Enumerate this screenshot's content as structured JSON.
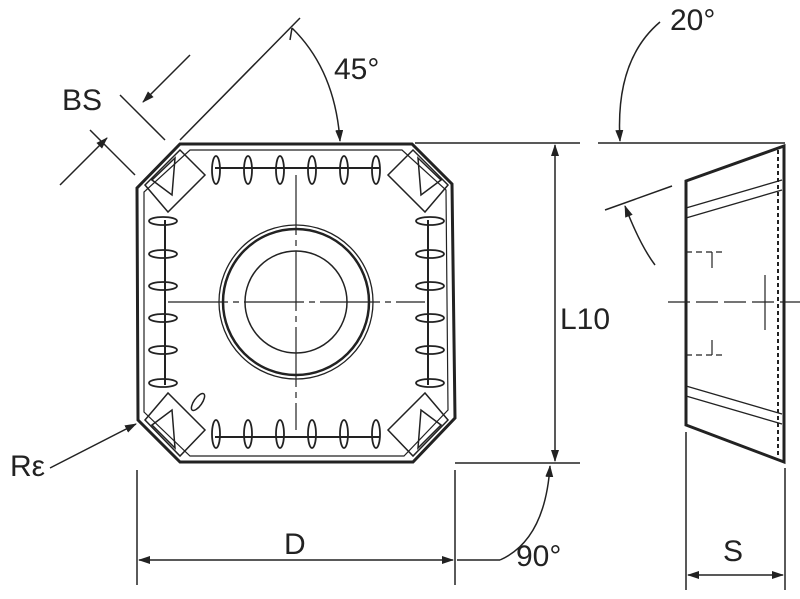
{
  "labels": {
    "bs": "BS",
    "angle_45": "45°",
    "angle_20": "20°",
    "l10": "L10",
    "r_epsilon": "Rε",
    "d": "D",
    "angle_90": "90°",
    "s": "S"
  },
  "colors": {
    "line": "#222222",
    "background": "#ffffff"
  }
}
